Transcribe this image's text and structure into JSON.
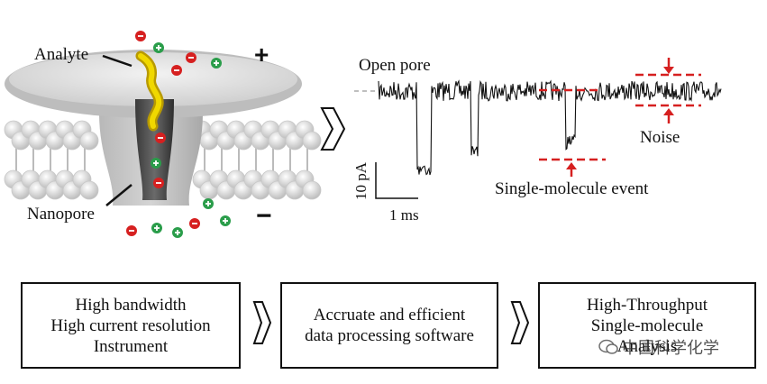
{
  "labels": {
    "analyte": "Analyte",
    "nanopore": "Nanopore",
    "plus": "+",
    "minus": "−",
    "open_pore": "Open pore",
    "noise": "Noise",
    "event": "Single-molecule event",
    "scale_y": "10 pA",
    "scale_x": "1 ms"
  },
  "boxes": [
    {
      "lines": [
        "High bandwidth",
        "High current resolution",
        "Instrument"
      ]
    },
    {
      "lines": [
        "Accruate and efficient",
        "data processing software"
      ]
    },
    {
      "lines": [
        "High-Throughput",
        "Single-molecule",
        "Analysis"
      ]
    }
  ],
  "watermark": {
    "text": "中国科学化学"
  },
  "colors": {
    "trace": "#111111",
    "marker": "#d62020",
    "baseline": "#aaaaaa",
    "analyte": "#e8c800",
    "negative_ion": "#d62020",
    "positive_ion": "#2a9d4a"
  }
}
